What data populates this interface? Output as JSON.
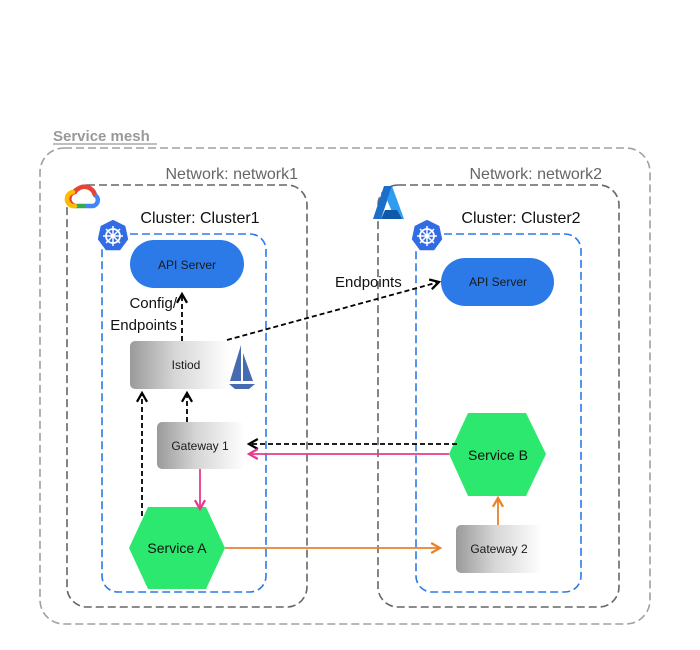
{
  "diagram": {
    "title": "Service mesh",
    "colors": {
      "api_server": "#2b7ae8",
      "service": "#2ce86f",
      "black_edge": "#000000",
      "pink_edge": "#e83a8c",
      "orange_edge": "#e8822b",
      "cluster_border": "#2b7ae8",
      "network_border": "#666666",
      "mesh_border": "#a0a0a0"
    },
    "networks": [
      {
        "label": "Network: network1",
        "cloud_icon": "google-cloud-icon",
        "cluster": {
          "label": "Cluster: Cluster1",
          "icon": "kubernetes-icon",
          "nodes": {
            "api_server": "API Server",
            "istiod": "Istiod",
            "gateway": "Gateway 1",
            "service": "Service A"
          }
        }
      },
      {
        "label": "Network: network2",
        "cloud_icon": "azure-icon",
        "cluster": {
          "label": "Cluster: Cluster2",
          "icon": "kubernetes-icon",
          "nodes": {
            "api_server": "API Server",
            "gateway": "Gateway 2",
            "service": "Service B"
          }
        }
      }
    ],
    "edges": [
      {
        "from": "Istiod",
        "to": "API Server (Cluster1)",
        "label": "Config/ Endpoints",
        "label_lines": [
          "Config/",
          "Endpoints"
        ],
        "style": "dashed-black"
      },
      {
        "from": "Istiod",
        "to": "API Server (Cluster2)",
        "label": "Endpoints",
        "style": "dashed-black"
      },
      {
        "from": "Gateway 1",
        "to": "Istiod",
        "label": "",
        "style": "dashed-black"
      },
      {
        "from": "Service A",
        "to": "Istiod",
        "label": "",
        "style": "dashed-black"
      },
      {
        "from": "Service B",
        "to": "Gateway 1",
        "label": "",
        "style": "dashed-black"
      },
      {
        "from": "Service B",
        "to": "Gateway 1",
        "label": "",
        "style": "solid-pink"
      },
      {
        "from": "Gateway 1",
        "to": "Service A",
        "label": "",
        "style": "solid-pink"
      },
      {
        "from": "Service A",
        "to": "Gateway 2",
        "label": "",
        "style": "solid-orange"
      },
      {
        "from": "Gateway 2",
        "to": "Service B",
        "label": "",
        "style": "solid-orange"
      }
    ],
    "mesh_icon": "istio-icon"
  }
}
